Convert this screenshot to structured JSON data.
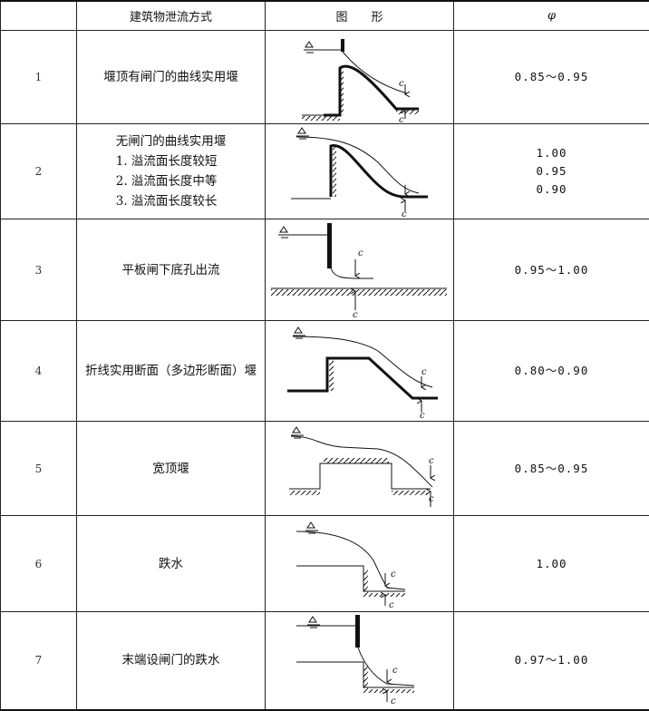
{
  "header": {
    "col_index": "",
    "col_mode": "建筑物泄流方式",
    "col_figure": "图　　形",
    "col_phi": "φ"
  },
  "figure_label": "c",
  "rows": [
    {
      "num": "1",
      "mode": [
        "堰顶有闸门的曲线实用堰"
      ],
      "phi": [
        "0.85～0.95"
      ],
      "figure_icon": "gated-curved-weir-icon"
    },
    {
      "num": "2",
      "mode": [
        "无闸门的曲线实用堰",
        "1. 溢流面长度较短",
        "2. 溢流面长度中等",
        "3. 溢流面长度较长"
      ],
      "phi": [
        "1.00",
        "0.95",
        "0.90"
      ],
      "figure_icon": "ungated-curved-weir-icon"
    },
    {
      "num": "3",
      "mode": [
        "平板闸下底孔出流"
      ],
      "phi": [
        "0.95～1.00"
      ],
      "figure_icon": "sluice-gate-orifice-icon"
    },
    {
      "num": "4",
      "mode": [
        "折线实用断面（多边形断面）堰"
      ],
      "phi": [
        "0.80～0.90"
      ],
      "figure_icon": "polygonal-weir-icon"
    },
    {
      "num": "5",
      "mode": [
        "宽顶堰"
      ],
      "phi": [
        "0.85～0.95"
      ],
      "figure_icon": "broad-crested-weir-icon"
    },
    {
      "num": "6",
      "mode": [
        "跌水"
      ],
      "phi": [
        "1.00"
      ],
      "figure_icon": "drop-fall-icon"
    },
    {
      "num": "7",
      "mode": [
        "末端设闸门的跌水"
      ],
      "phi": [
        "0.97～1.00"
      ],
      "figure_icon": "gated-drop-fall-icon"
    }
  ]
}
